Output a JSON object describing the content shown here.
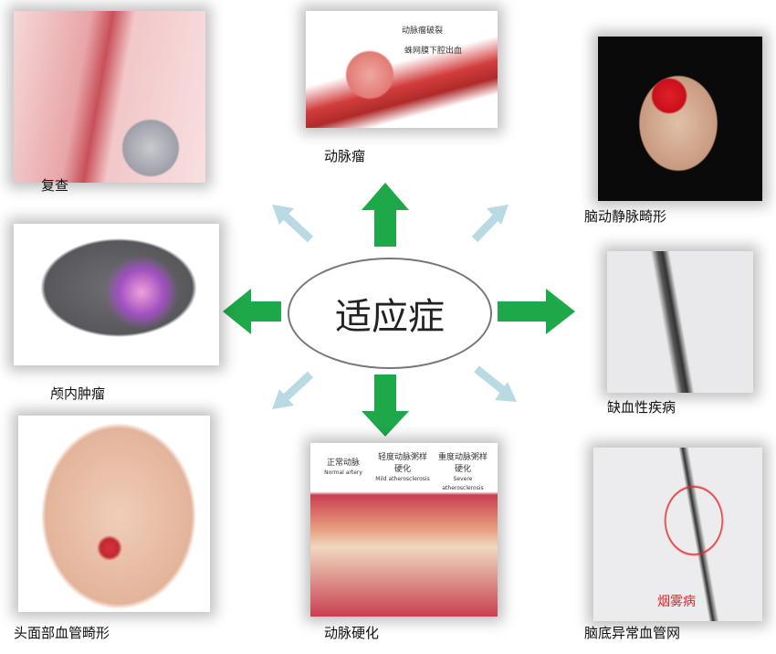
{
  "center": {
    "title": "适应症"
  },
  "panels": {
    "recheck": {
      "label": "复查"
    },
    "aneurysm": {
      "label": "动脉瘤",
      "annotations": [
        "动脉瘤破裂",
        "蛛网膜下腔出血"
      ]
    },
    "avm": {
      "label": "脑动静脉畸形"
    },
    "tumor": {
      "label": "颅内肿瘤"
    },
    "ischemic": {
      "label": "缺血性疾病"
    },
    "face": {
      "label": "头面部血管畸形"
    },
    "atherosclerosis": {
      "label": "动脉硬化",
      "stages": [
        {
          "cn": "正常动脉",
          "en": "Normal artery"
        },
        {
          "cn": "轻度动脉粥样硬化",
          "en": "Mild atherosclerosis"
        },
        {
          "cn": "重度动脉粥样硬化",
          "en": "Severe atherosclerosis"
        }
      ]
    },
    "moyamoya": {
      "label": "脑底异常血管网",
      "tag": "烟雾病"
    }
  },
  "colors": {
    "primary_arrow": "#1fa84a",
    "secondary_arrow": "#b9d9e3",
    "highlight": "#e0242a"
  }
}
